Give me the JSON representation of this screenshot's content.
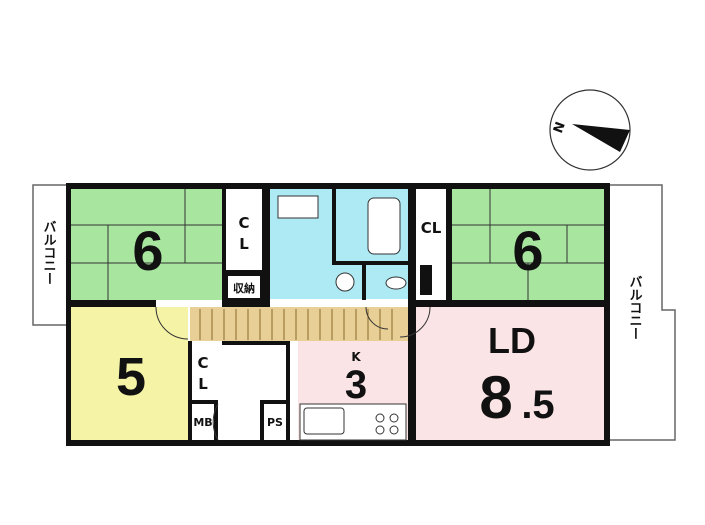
{
  "compass": {
    "north_label": "N",
    "icon": "compass-north-arrow-icon"
  },
  "rooms": {
    "west_tatami": {
      "size": "6",
      "color": "#a8e6a0"
    },
    "east_tatami": {
      "size": "6",
      "color": "#a8e6a0"
    },
    "west_room": {
      "size": "5",
      "color": "#f5f3a6"
    },
    "kitchen": {
      "tag": "K",
      "size": "3"
    },
    "ld": {
      "tag": "LD",
      "size_int": "8",
      "size_frac": ".5",
      "color": "#fbe4e6"
    },
    "bath_color": "#aeeaf4",
    "hall_color": "#e8cf96"
  },
  "labels": {
    "cl_west_upper_c": "C",
    "cl_west_upper_l": "L",
    "cl_east": "CL",
    "cl_west_lower_c": "C",
    "cl_west_lower_l": "L",
    "storage": "収納",
    "mb": "MB",
    "ps": "PS",
    "balcony_west": "バルコニー",
    "balcony_east": "バルコニー"
  }
}
